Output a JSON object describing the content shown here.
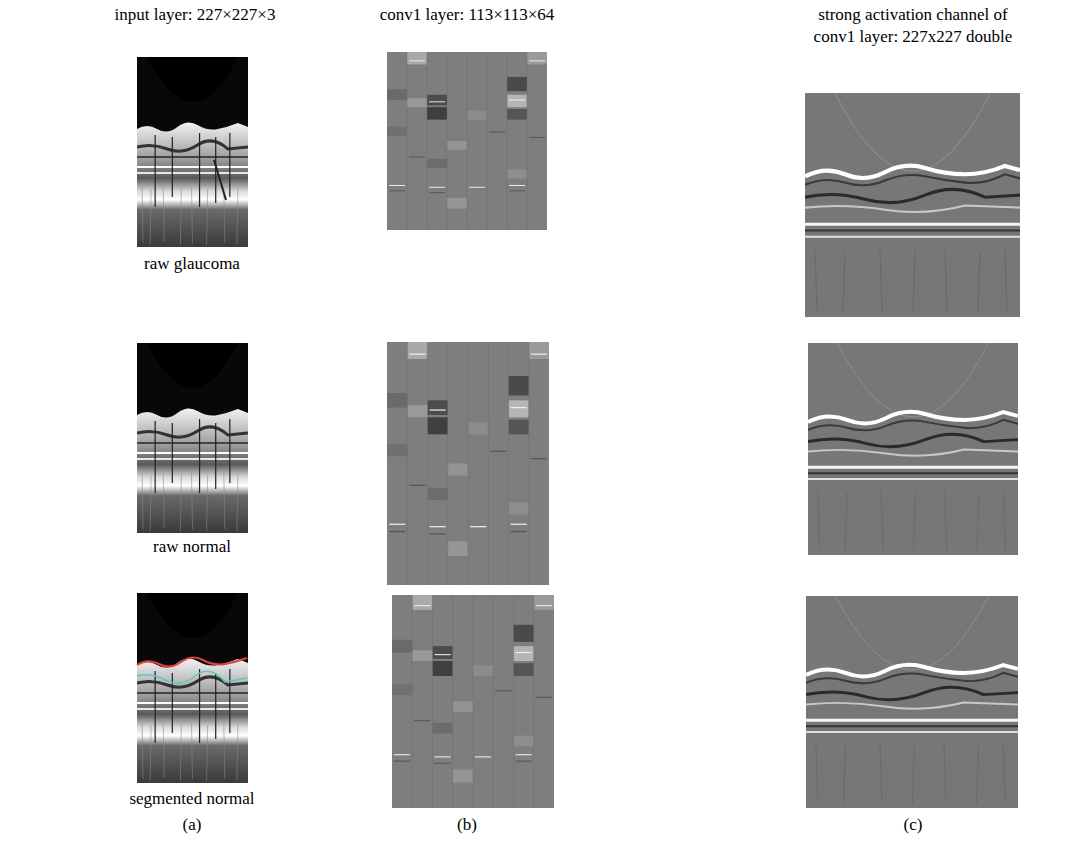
{
  "diagram": {
    "labels": [
      "input layer: 227×227×3",
      "conv1 layer: 113×113×64",
      "strong activation channel of conv1 layer: 227x227 double",
      "raw glaucoma",
      "raw normal",
      "segmented normal",
      "(a)",
      "(b)",
      "(c)"
    ]
  }
}
